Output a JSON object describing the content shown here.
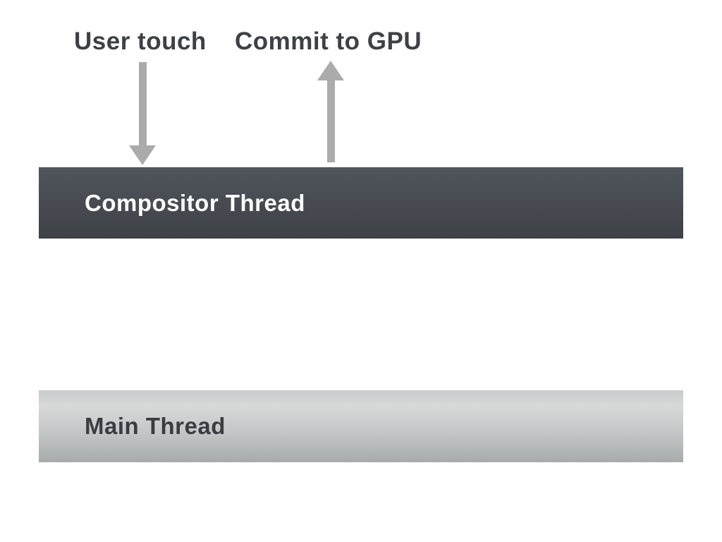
{
  "page": {
    "type": "diagram-slide",
    "title": "Compositor Thread / Main Thread diagram"
  },
  "colors": {
    "page_background": "#ffffff",
    "arrow": "#ababab",
    "label_text": "#3d4145",
    "compositor_top": "#50555c",
    "compositor_bottom": "#3e4247",
    "compositor_text": "#ffffff",
    "main_top": "#c9cccc",
    "main_mid": "#d7d9d9",
    "main_mid2": "#c3c6c6",
    "main_bottom": "#a8abab",
    "main_text": "#393d41"
  },
  "annotations": {
    "user_touch": {
      "label": "User touch",
      "arrow_direction": "down",
      "arrow_target": "Compositor Thread"
    },
    "commit_to_gpu": {
      "label": "Commit to GPU",
      "arrow_direction": "up",
      "arrow_source": "Compositor Thread"
    }
  },
  "bars": [
    {
      "id": "compositor-thread",
      "label": "Compositor Thread"
    },
    {
      "id": "main-thread",
      "label": "Main Thread"
    }
  ]
}
